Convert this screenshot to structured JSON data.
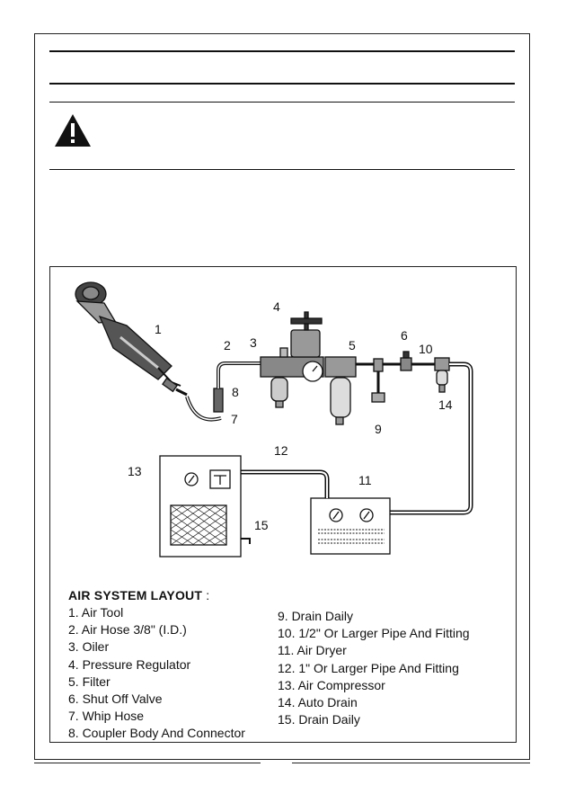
{
  "layout": {
    "title": "AIR SYSTEM LAYOUT",
    "title_suffix": " :",
    "items_left": [
      "1. Air Tool",
      "2. Air Hose 3/8\" (I.D.)",
      "3. Oiler",
      "4. Pressure Regulator",
      "5. Filter",
      "6. Shut Off Valve",
      "7. Whip Hose",
      "8. Coupler Body And Connector"
    ],
    "items_right": [
      "9. Drain Daily",
      "10. 1/2\" Or Larger Pipe And Fitting",
      "11. Air Dryer",
      "12. 1\" Or Larger Pipe And Fitting",
      "13. Air Compressor",
      "14. Auto Drain",
      "15. Drain Daily"
    ]
  },
  "callouts": [
    "1",
    "2",
    "3",
    "4",
    "5",
    "6",
    "7",
    "8",
    "9",
    "10",
    "11",
    "12",
    "13",
    "14",
    "15"
  ],
  "icons": {
    "warning": "warning-triangle-icon"
  },
  "colors": {
    "ink": "#111111",
    "background": "#ffffff"
  }
}
